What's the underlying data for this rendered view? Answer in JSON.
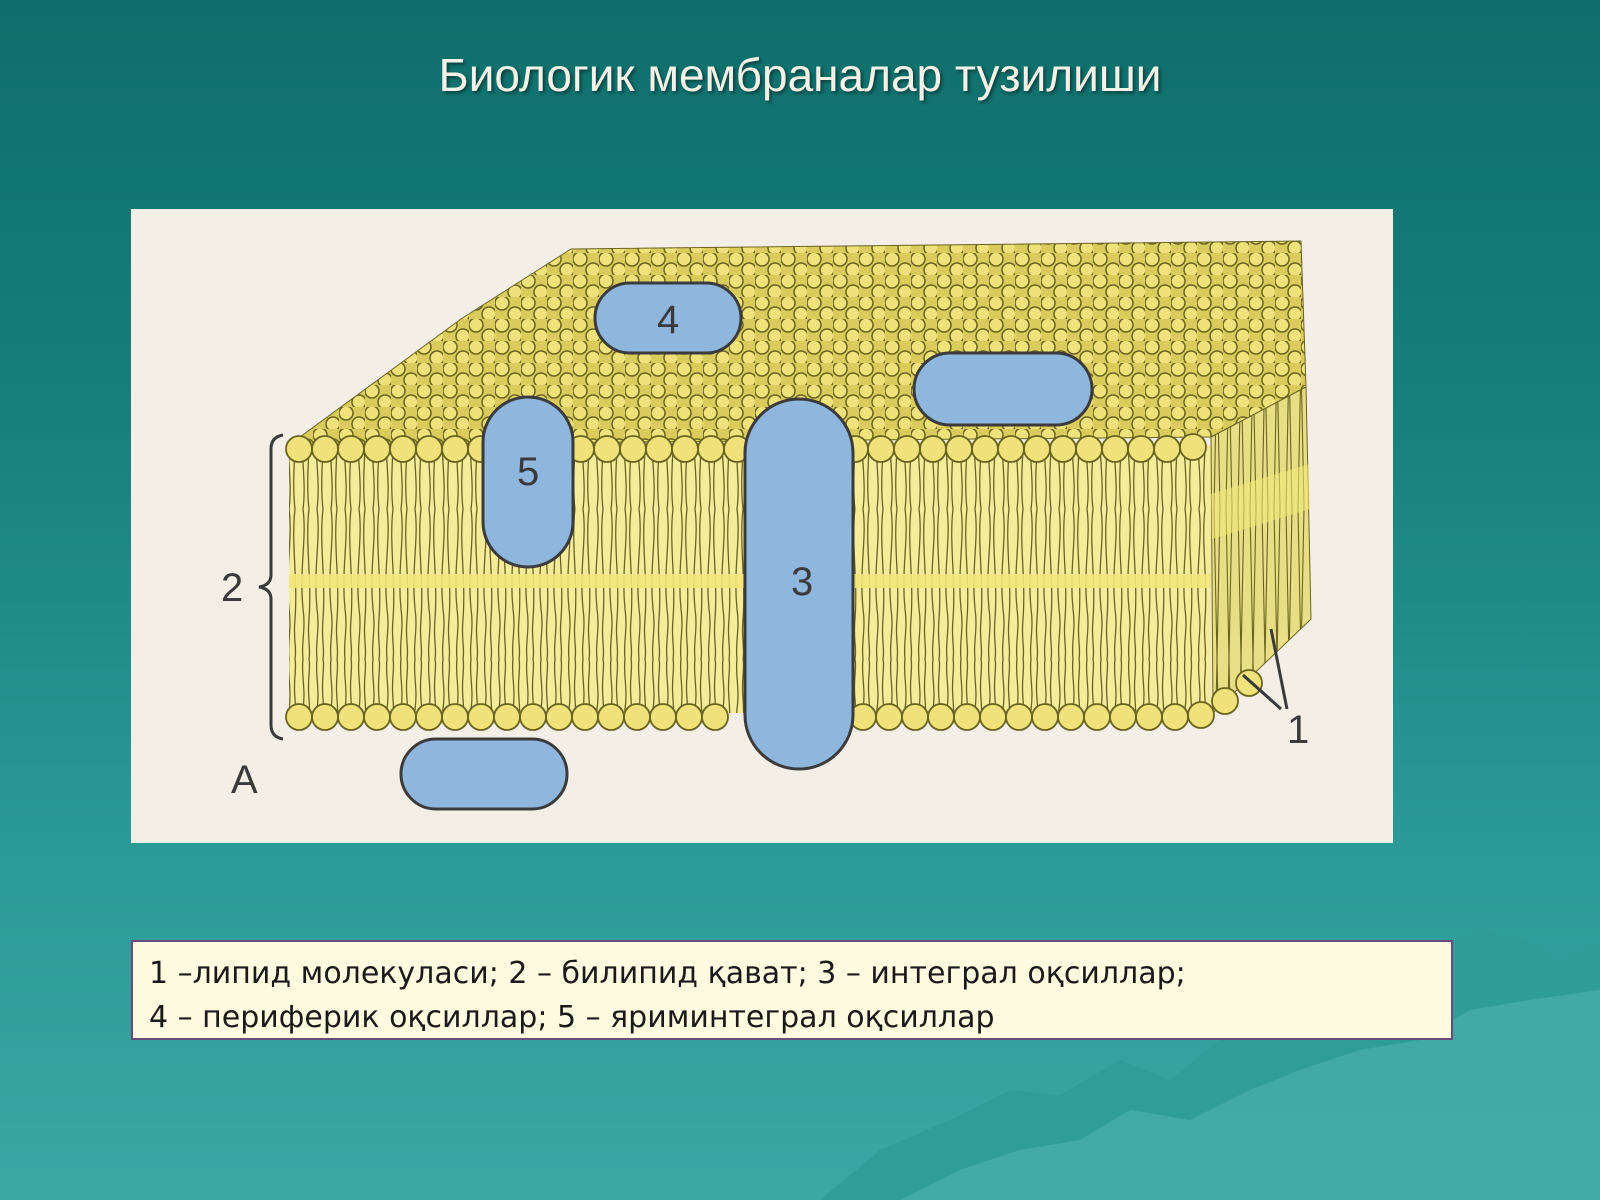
{
  "title": "Биологик мембраналар тузилиши",
  "diagram": {
    "labels": {
      "lipid": "1",
      "bilayer": "2",
      "integral": "3",
      "peripheral": "4",
      "semi_integral": "5",
      "panel": "A"
    }
  },
  "legend": {
    "line1": "1 –липид молекуласи; 2 – билипид қават; 3 – интеграл оқсиллар;",
    "line2": "4 – периферик оқсиллар; 5 – яриминтеграл оқсиллар"
  },
  "colors": {
    "background": "#17807c",
    "panel": "#f3efe6",
    "lipid_head": "#efe27a",
    "lipid_band": "#f4ec9a",
    "protein": "#8fb6dc",
    "legend_bg": "#fffbe0",
    "legend_border": "#6a4a7a"
  }
}
